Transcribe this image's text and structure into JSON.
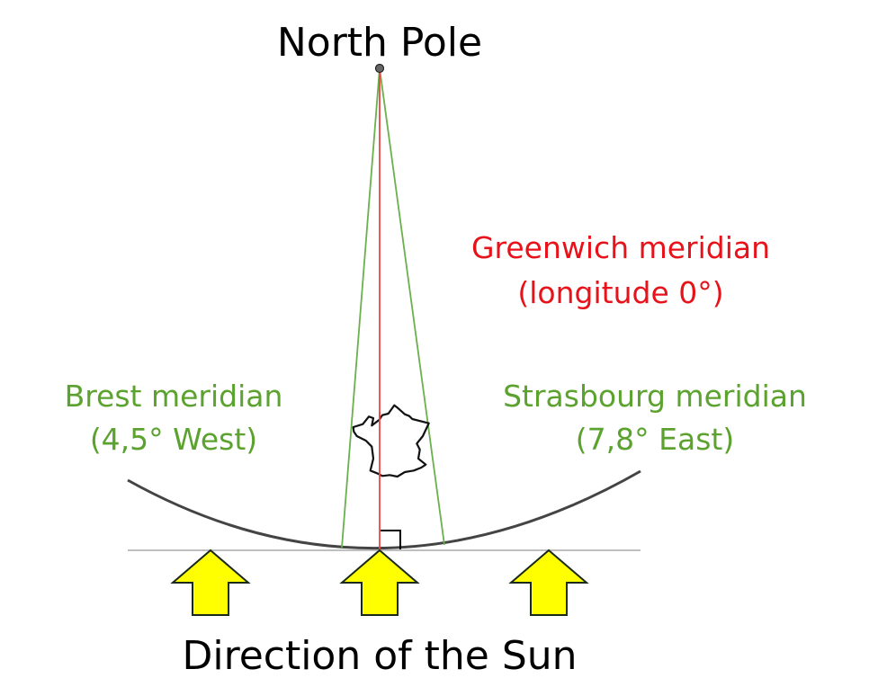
{
  "title": "North Pole",
  "greenwich": {
    "line1": "Greenwich meridian",
    "line2": "(longitude 0°)",
    "color": "#e8121a"
  },
  "brest": {
    "line1": "Brest meridian",
    "line2": "(4,5° West)",
    "color": "#5ba22f"
  },
  "strasbourg": {
    "line1": "Strasbourg meridian",
    "line2": "(7,8° East)",
    "color": "#5ba22f"
  },
  "caption": "Direction of the Sun",
  "icons": [
    "north-pole-point",
    "france-outline",
    "right-angle-marker",
    "sun-direction-arrow"
  ]
}
